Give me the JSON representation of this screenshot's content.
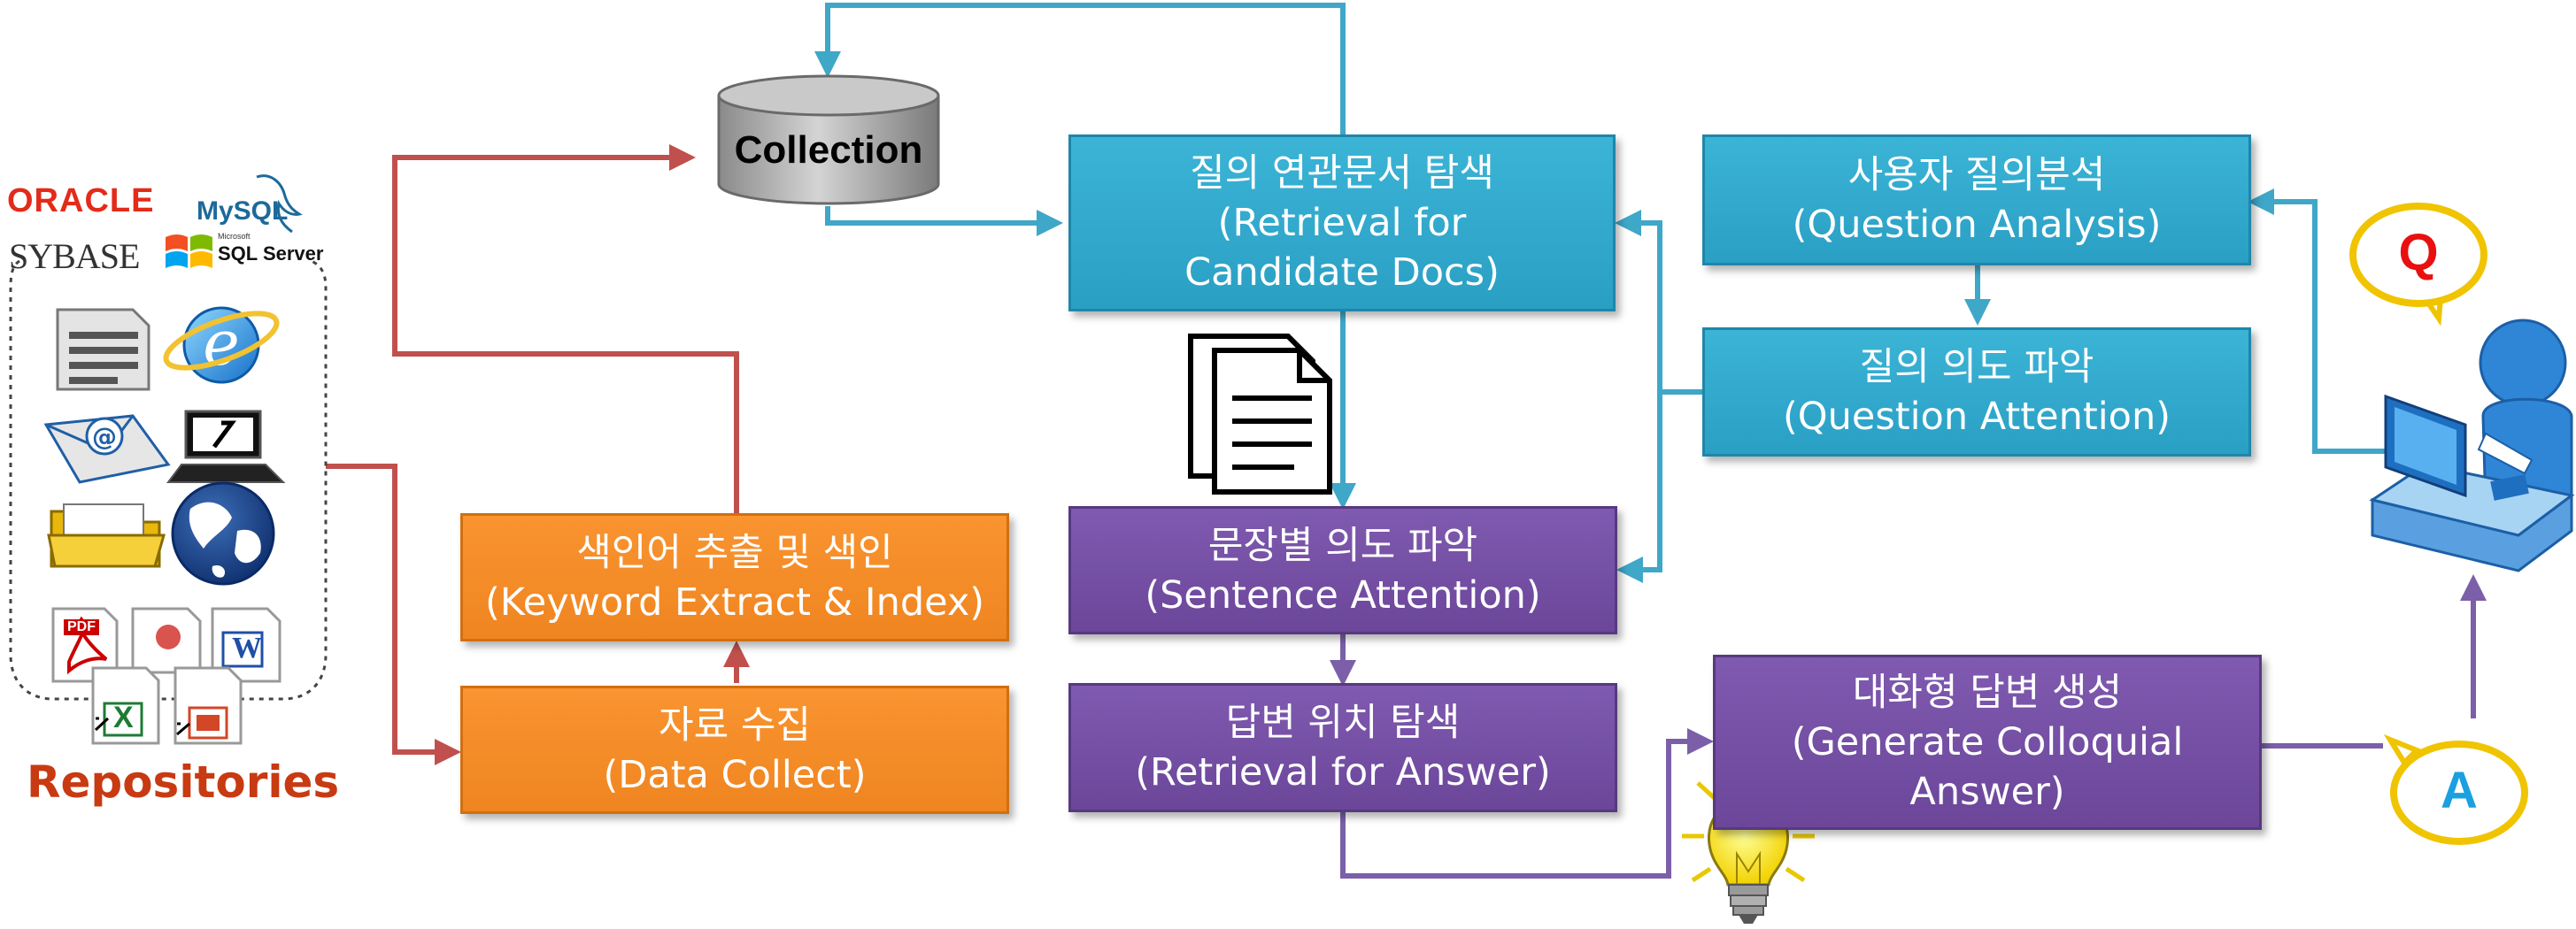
{
  "repositories": {
    "label": "Repositories",
    "logos": {
      "oracle": "ORACLE",
      "mysql": "MySQL",
      "sybase": "SYBASE",
      "sqlserver_small": "Microsoft",
      "sqlserver": "SQL Server"
    },
    "file_badges": {
      "pdf": "PDF",
      "word": "W",
      "excel": "X"
    }
  },
  "collection": {
    "label": "Collection"
  },
  "boxes": {
    "retrieval_candidate": {
      "line1": "질의 연관문서 탐색",
      "line2": "(Retrieval for",
      "line3": "Candidate Docs)"
    },
    "question_analysis": {
      "line1": "사용자 질의분석",
      "line2": "(Question Analysis)"
    },
    "question_attention": {
      "line1": "질의 의도 파악",
      "line2": "(Question Attention)"
    },
    "sentence_attention": {
      "line1": "문장별 의도 파악",
      "line2": "(Sentence Attention)"
    },
    "retrieval_answer": {
      "line1": "답변 위치 탐색",
      "line2": "(Retrieval for Answer)"
    },
    "generate_answer": {
      "line1": "대화형 답변 생성",
      "line2": "(Generate Colloquial",
      "line3": "Answer)"
    },
    "keyword_extract": {
      "line1": "색인어 추출 및 색인",
      "line2": "(Keyword Extract & Index)"
    },
    "data_collect": {
      "line1": "자료 수집",
      "line2": "(Data Collect)"
    }
  },
  "bubbles": {
    "question": "Q",
    "answer": "A"
  },
  "colors": {
    "blue_box": "#2fa9cd",
    "purple_box": "#7450a3",
    "orange_box": "#f58b24",
    "teal_arrow": "#3fa7c7",
    "purple_arrow": "#7b5fa8",
    "red_arrow": "#c0504d",
    "repo_label": "#c83a12"
  }
}
